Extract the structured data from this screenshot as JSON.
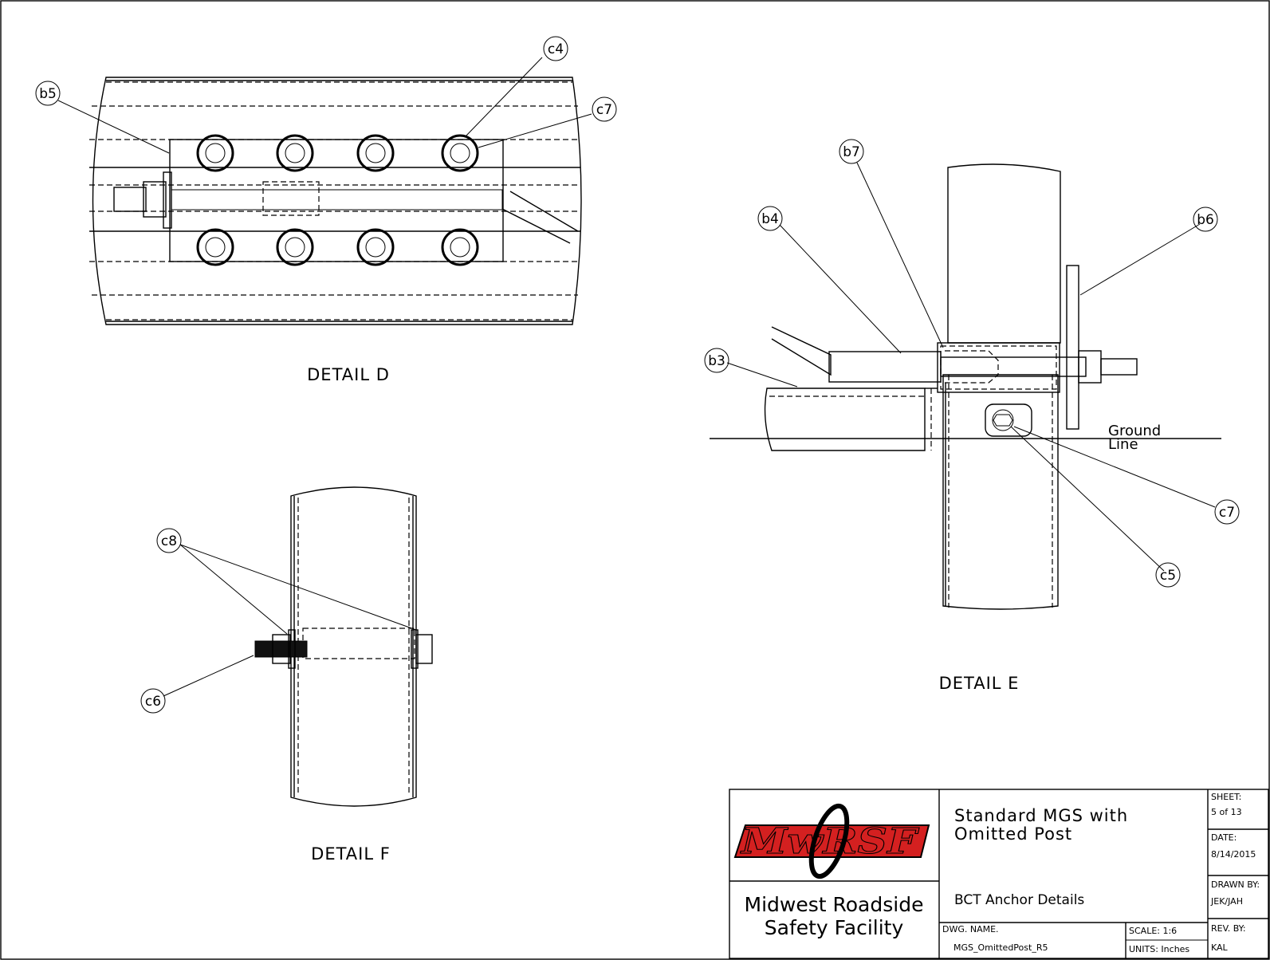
{
  "details": {
    "d": "DETAIL  D",
    "e": "DETAIL  E",
    "f": "DETAIL  F"
  },
  "callouts": {
    "c4": "c4",
    "c7_top": "c7",
    "b5": "b5",
    "b7": "b7",
    "b4": "b4",
    "b6": "b6",
    "b3": "b3",
    "c7_e": "c7",
    "c5": "c5",
    "c8": "c8",
    "c6": "c6"
  },
  "ground_line": [
    "Ground",
    "Line"
  ],
  "title_block": {
    "logo_text": "MwRSF",
    "org_line1": "Midwest  Roadside",
    "org_line2": "Safety  Facility",
    "title_line1": "Standard  MGS  with",
    "title_line2": "Omitted  Post",
    "subtitle": "BCT  Anchor  Details",
    "dwg_name_label": "DWG. NAME.",
    "dwg_name_value": "MGS_OmittedPost_R5",
    "scale": "SCALE:  1:6",
    "units": "UNITS:  Inches",
    "sheet_label": "SHEET:",
    "sheet_value": "5  of  13",
    "date_label": "DATE:",
    "date_value": "8/14/2015",
    "drawn_label": "DRAWN  BY:",
    "drawn_value": "JEK/JAH",
    "rev_label": "REV.  BY:",
    "rev_value": "KAL"
  },
  "colors": {
    "logo_red": "#d42020",
    "ink": "#000000"
  }
}
